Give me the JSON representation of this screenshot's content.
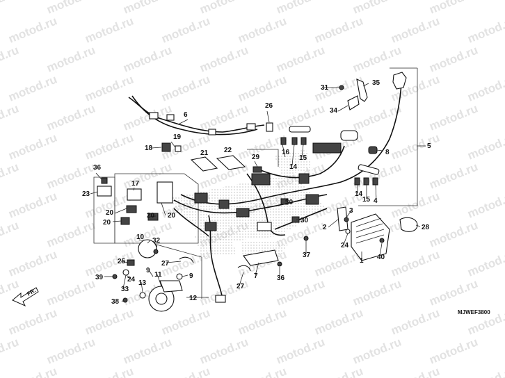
{
  "watermark": "motod.ru",
  "diagram_code": "MJWEF3800",
  "direction_label": "FR.",
  "callouts": [
    "1",
    "2",
    "3",
    "4",
    "5",
    "6",
    "7",
    "8",
    "9",
    "10",
    "11",
    "12",
    "13",
    "14",
    "15",
    "16",
    "17",
    "18",
    "19",
    "20",
    "21",
    "22",
    "23",
    "24",
    "25",
    "26",
    "27",
    "28",
    "29",
    "30",
    "31",
    "32",
    "33",
    "34",
    "35",
    "36",
    "37",
    "38",
    "39",
    "40"
  ]
}
